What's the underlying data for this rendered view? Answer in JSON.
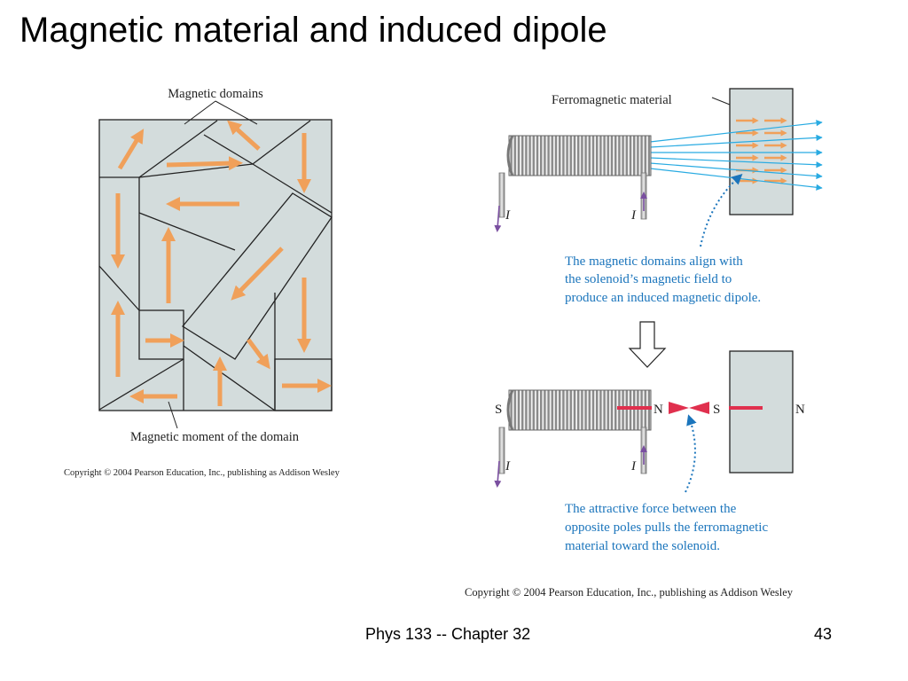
{
  "slide": {
    "title": "Magnetic material and induced dipole",
    "footer": "Phys 133 -- Chapter 32",
    "page_number": "43"
  },
  "left_figure": {
    "label_top": "Magnetic domains",
    "label_bottom": "Magnetic moment of the domain",
    "copyright": "Copyright © 2004 Pearson Education, Inc., publishing as Addison Wesley"
  },
  "right_figure": {
    "material_label": "Ferromagnetic material",
    "current_label": "I",
    "caption_align": [
      "The magnetic domains align with",
      "the solenoid’s magnetic field to",
      "produce an induced magnetic dipole."
    ],
    "pole_s": "S",
    "pole_n": "N",
    "caption_force": [
      "The attractive force between the",
      "opposite poles pulls the ferromagnetic",
      "material toward the solenoid."
    ],
    "copyright": "Copyright © 2004 Pearson Education, Inc., publishing as Addison Wesley"
  },
  "colors": {
    "domain_fill": "#d3dcdc",
    "arrow_orange": "#f0a05a",
    "field_blue": "#29abe2",
    "caption_blue": "#1b75bc",
    "magnet_red": "#e0304e",
    "current_purple": "#7a4fa0"
  }
}
